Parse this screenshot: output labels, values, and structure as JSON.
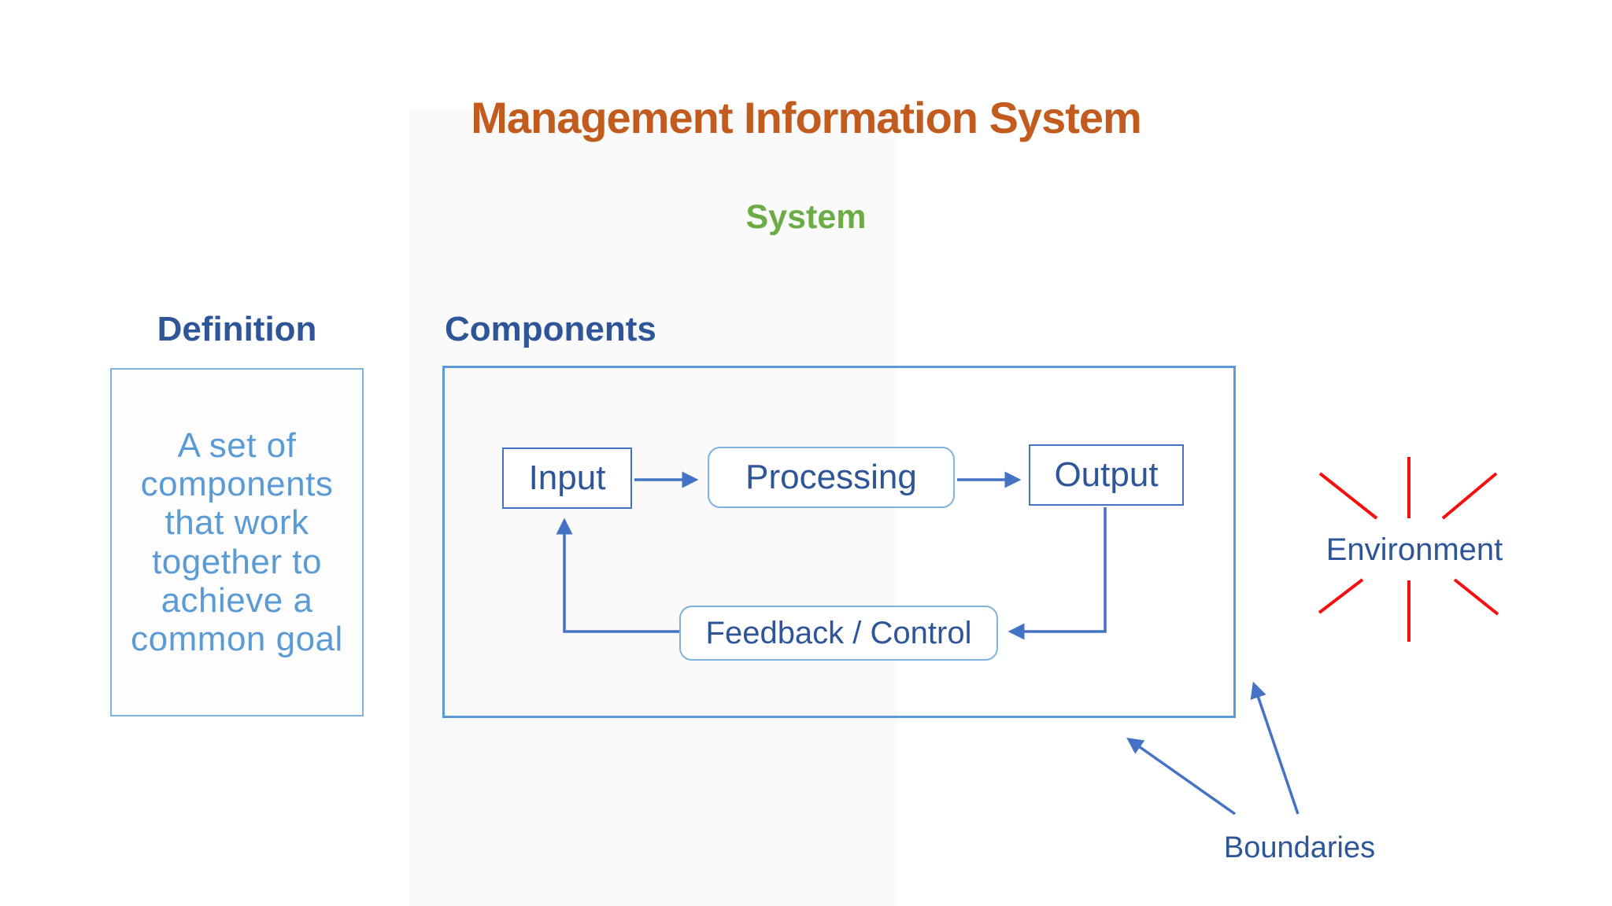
{
  "title": "Management Information System",
  "subtitle": "System",
  "definition": {
    "heading": "Definition",
    "text": "A set of components that work together to achieve a common goal"
  },
  "components": {
    "heading": "Components",
    "nodes": {
      "input": "Input",
      "processing": "Processing",
      "output": "Output",
      "feedback": "Feedback / Control"
    }
  },
  "environment": {
    "label": "Environment"
  },
  "boundaries": {
    "label": "Boundaries"
  },
  "colors": {
    "title_orange": "#C25B1E",
    "subtitle_green": "#6CAC47",
    "heading_blue": "#2E5597",
    "definition_text_blue": "#5B9BD5",
    "light_box_border": "#7FB2DD",
    "dark_box_border": "#4472C4",
    "connector_blue": "#4472C4",
    "environment_ray_red": "#F90D0D"
  }
}
